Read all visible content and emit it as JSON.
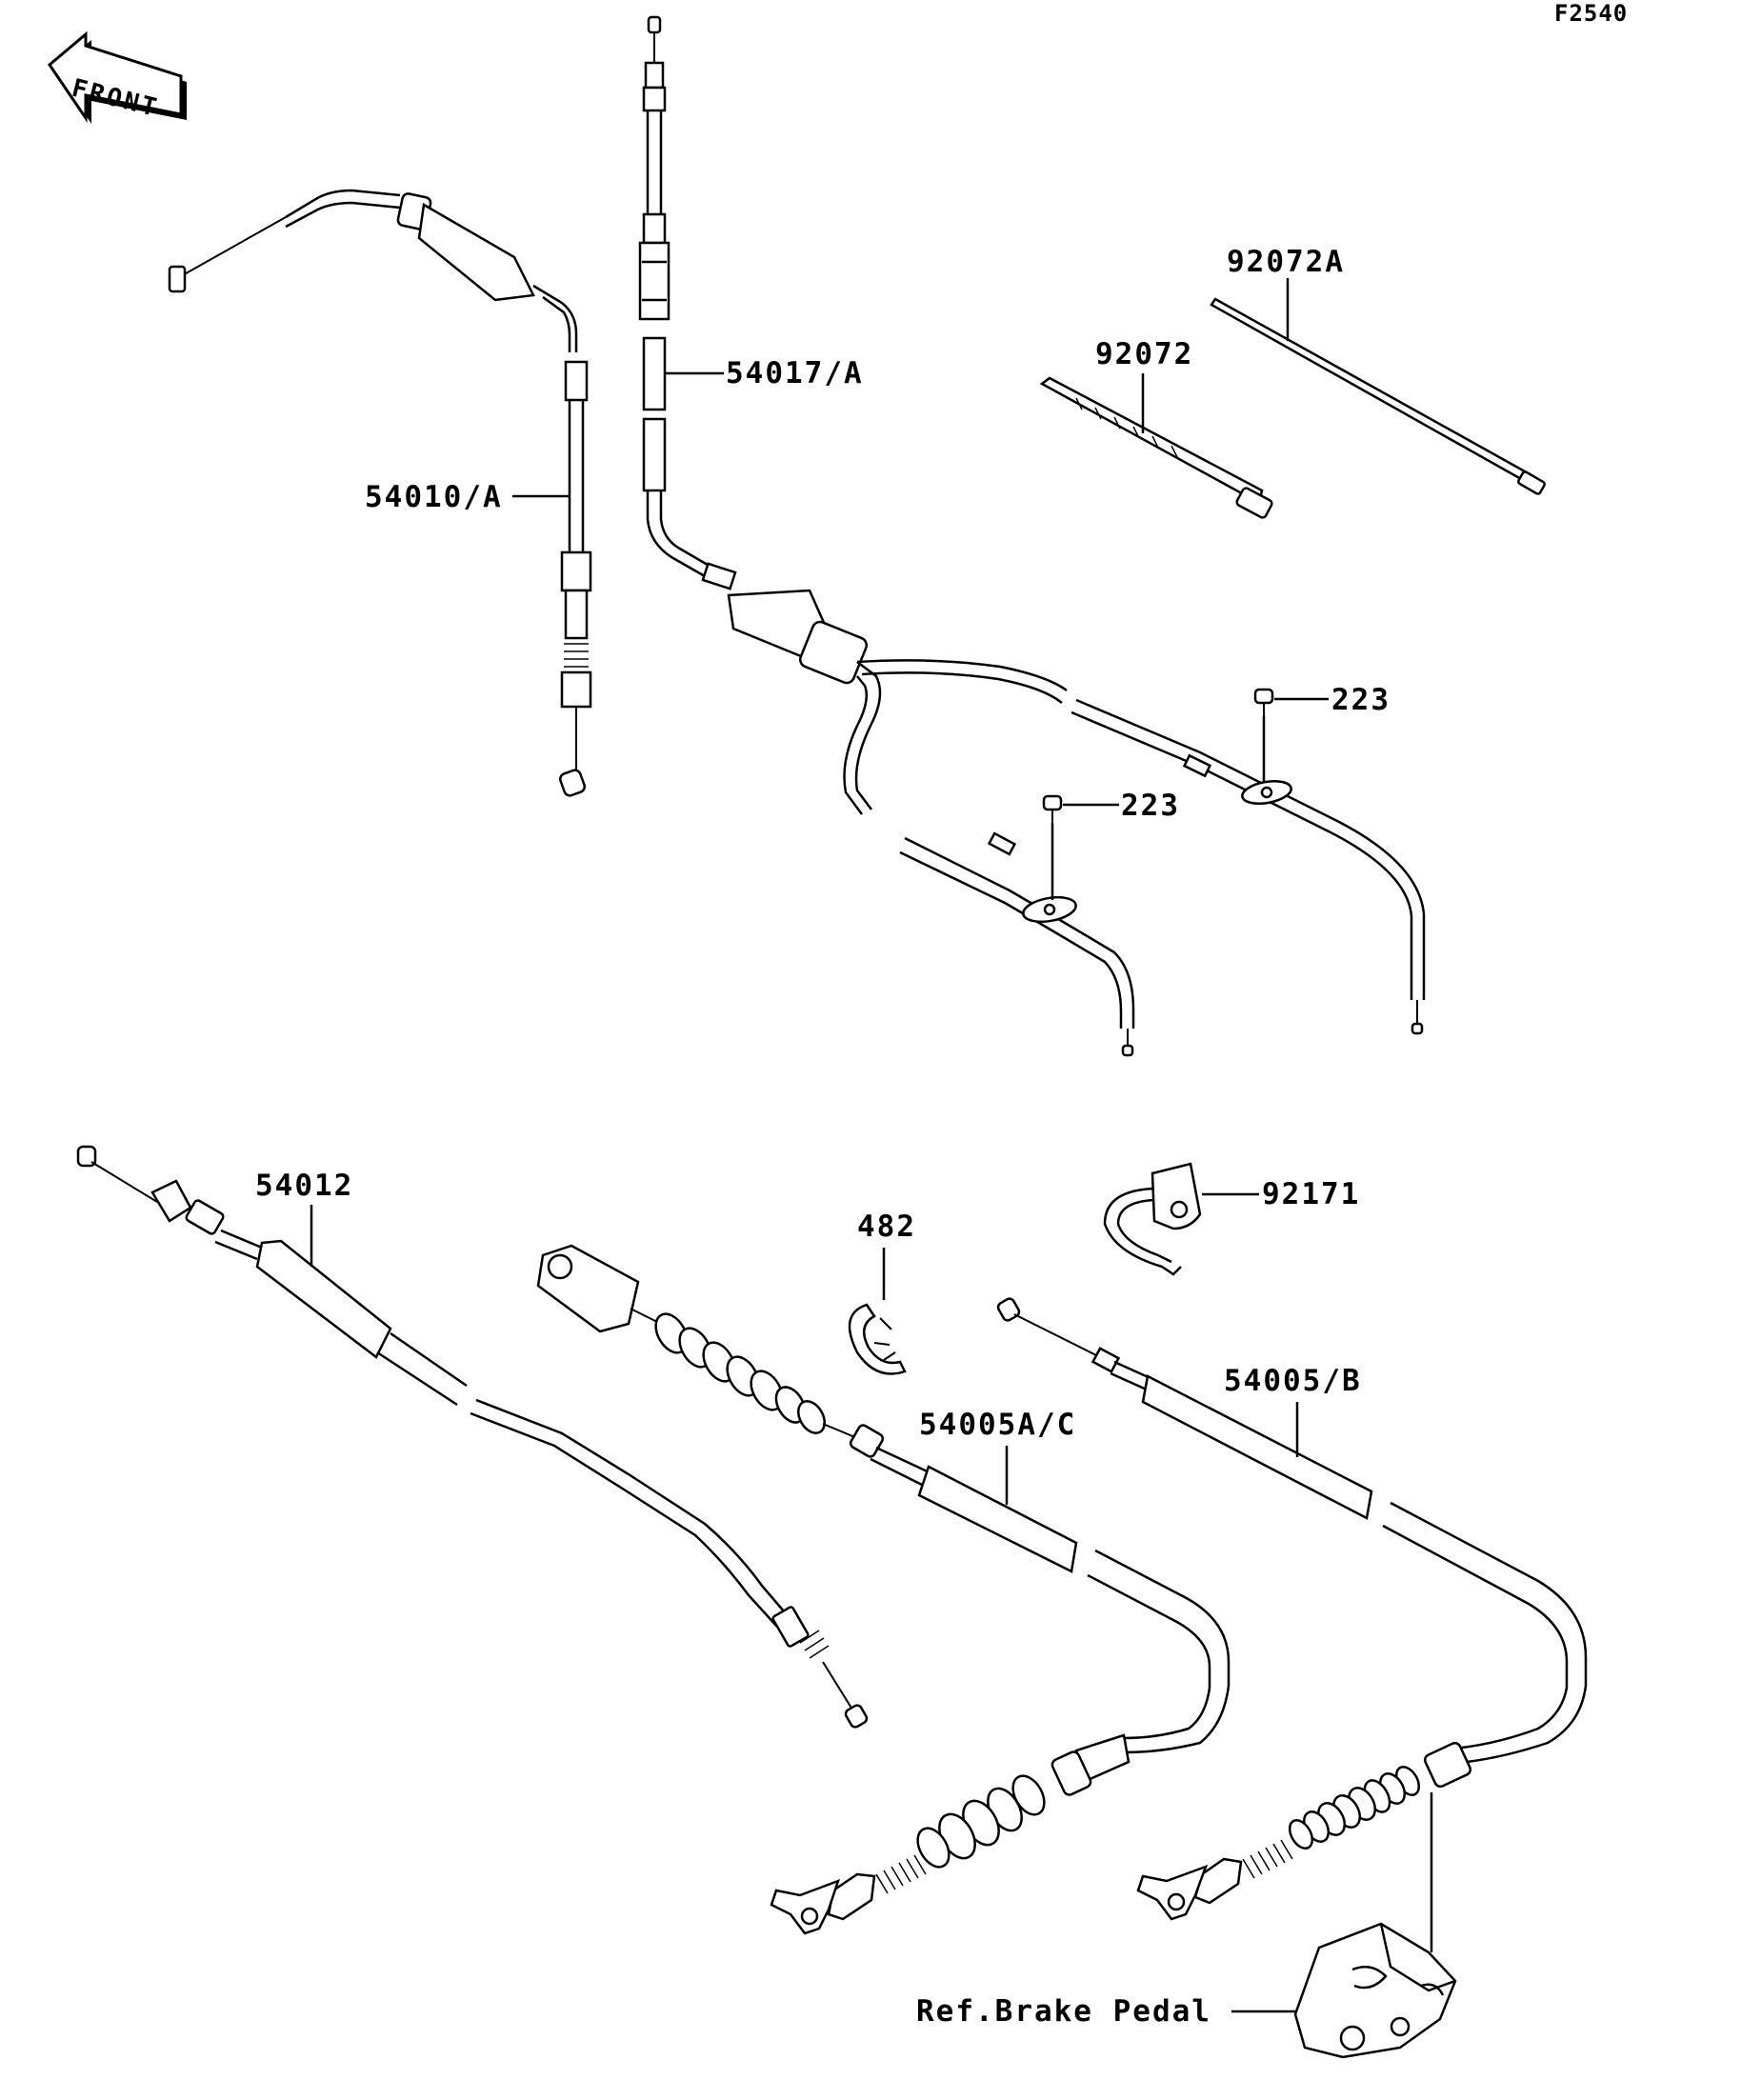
{
  "figure_id": "F2540",
  "front_label": "FRONT",
  "labels": {
    "p54010A": "54010/A",
    "p54017A": "54017/A",
    "p92072A": "92072A",
    "p92072": "92072",
    "p223a": "223",
    "p223b": "223",
    "p54012": "54012",
    "p482": "482",
    "p92171": "92171",
    "p54005B": "54005/B",
    "p54005AC": "54005A/C",
    "ref_brake_pedal": "Ref.Brake Pedal"
  },
  "colors": {
    "line": "#000000",
    "background": "#ffffff"
  }
}
